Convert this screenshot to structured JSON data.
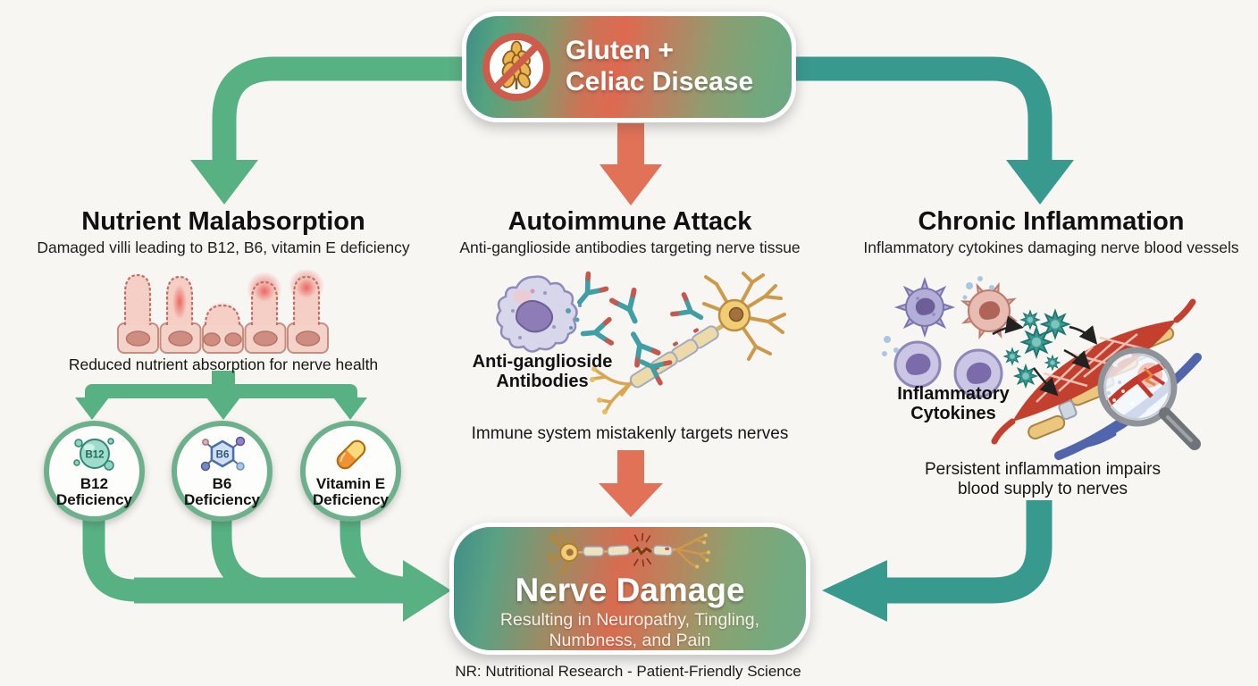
{
  "source_box": {
    "title": "Gluten +\nCeliac Disease"
  },
  "columns": [
    {
      "title": "Nutrient Malabsorption",
      "subtitle": "Damaged villi leading to B12, B6, vitamin E deficiency",
      "caption": "Reduced nutrient absorption for nerve health",
      "nodes": [
        {
          "label": "B12\nDeficiency",
          "icon_text": "B12"
        },
        {
          "label": "B6\nDeficiency",
          "icon_text": "B6"
        },
        {
          "label": "Vitamin E\nDeficiency"
        }
      ]
    },
    {
      "title": "Autoimmune Attack",
      "subtitle": "Anti-ganglioside antibodies targeting nerve tissue",
      "illustration_label": "Anti-ganglioside\nAntibodies",
      "caption": "Immune system mistakenly targets nerves"
    },
    {
      "title": "Chronic Inflammation",
      "subtitle": "Inflammatory cytokines damaging nerve blood vessels",
      "illustration_label": "Inflammatory\nCytokines",
      "caption": "Persistent inflammation impairs\nblood supply to nerves"
    }
  ],
  "outcome_box": {
    "title": "Nerve Damage",
    "subtitle": "Resulting in Neuropathy, Tingling,\nNumbness, and Pain"
  },
  "footer": "NR: Nutritional Research - Patient-Friendly Science",
  "colors": {
    "background": "#f7f6f3",
    "malabsorption_arrow": "#58b183",
    "autoimmune_arrow": "#e17257",
    "inflammation_arrow": "#38998f",
    "node_border": "#6db18c",
    "box_gradient_teal": "#3e8e89",
    "box_gradient_red": "#dd6950",
    "box_gradient_green": "#6fab86"
  }
}
